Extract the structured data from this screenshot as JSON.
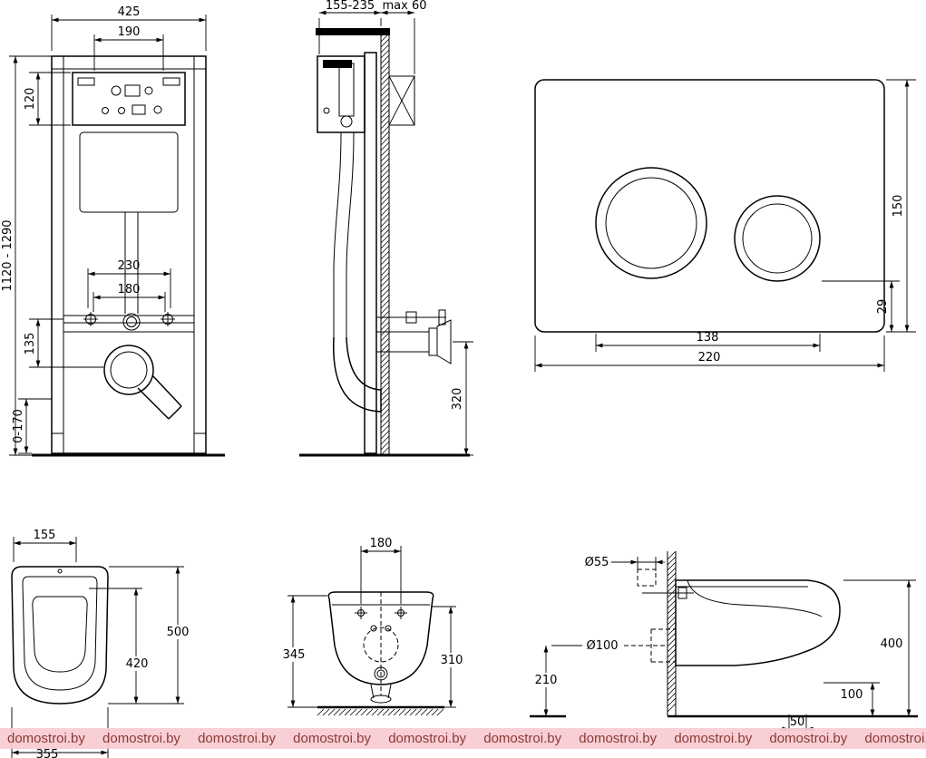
{
  "watermark": {
    "text": "domostroi.by"
  },
  "views": {
    "frame_front": {
      "dims": {
        "total_width": "425",
        "inner_width": "190",
        "cistern_height": "120",
        "frame_height": "1120 - 1290",
        "fixing_spacing_outer": "230",
        "fixing_spacing_inner": "180",
        "outlet_drop": "135",
        "leg_adjustment": "0-170"
      }
    },
    "frame_side": {
      "dims": {
        "depth_range": "155-235",
        "max_wall_offset": "max 60",
        "outlet_height": "320"
      }
    },
    "flush_plate": {
      "dims": {
        "height": "150",
        "edge_offset": "29",
        "button_span": "138",
        "width": "220"
      }
    },
    "bowl_top": {
      "dims": {
        "front_width": "155",
        "inner_depth": "420",
        "total_depth": "500",
        "total_width": "355"
      }
    },
    "bowl_front": {
      "dims": {
        "fixing_spacing": "180",
        "height_left": "345",
        "height_right": "310"
      }
    },
    "bowl_side": {
      "dims": {
        "inlet_diameter": "Ø55",
        "outlet_diameter": "Ø100",
        "outlet_height": "210",
        "total_height": "400",
        "rim_depth": "100",
        "pad_depth": "50"
      }
    }
  }
}
